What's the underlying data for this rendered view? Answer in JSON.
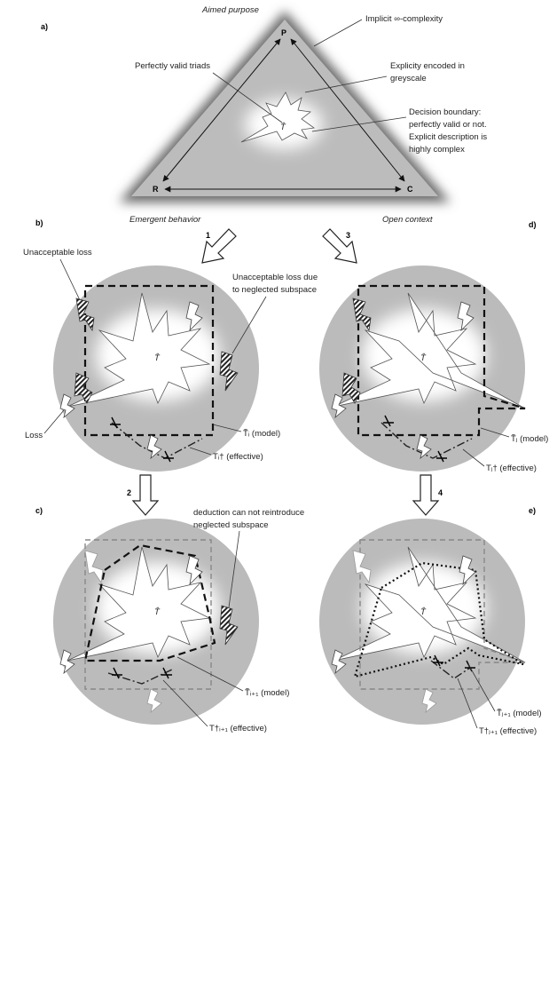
{
  "panels": {
    "a": "a)",
    "b": "b)",
    "c": "c)",
    "d": "d)",
    "e": "e)"
  },
  "triangle": {
    "top_label": "Aimed purpose",
    "bottom_left_label": "Emergent behavior",
    "bottom_right_label": "Open context",
    "vertex_p": "P",
    "vertex_r": "R",
    "vertex_c": "C",
    "callout_complexity": "Implicit ∞-complexity",
    "callout_triads": "Perfectly valid triads",
    "callout_greyscale": [
      "Explicity encoded in",
      "greyscale"
    ],
    "callout_boundary": [
      "Decision boundary:",
      "perfectly valid or not.",
      "Explicit description is",
      "highly complex"
    ],
    "t_symbol": "T̂"
  },
  "steps": [
    "1",
    "3",
    "2",
    "4"
  ],
  "panel_b": {
    "unacceptable_loss": "Unacceptable loss",
    "neglected_subspace": [
      "Unacceptable loss due",
      "to neglected subspace"
    ],
    "loss": "Loss",
    "model_label": "T̃ᵢ (model)",
    "effective_label": "Tᵢ† (effective)"
  },
  "panel_c": {
    "deduction_note": [
      "deduction can not reintroduce",
      "neglected subspace"
    ],
    "model_label": "T̃ᵢ₊₁ (model)",
    "effective_label": "T†ᵢ₊₁ (effective)"
  },
  "panel_d": {
    "model_label": "T̃ⱼ (model)",
    "effective_label": "Tⱼ† (effective)"
  },
  "panel_e": {
    "model_label": "T̃ⱼ₊₁ (model)",
    "effective_label": "T†ⱼ₊₁ (effective)"
  },
  "icons": [
    "lightning-bolt-icon",
    "hatched-bolt-icon",
    "block-arrow-icon",
    "cross-marker-icon"
  ]
}
